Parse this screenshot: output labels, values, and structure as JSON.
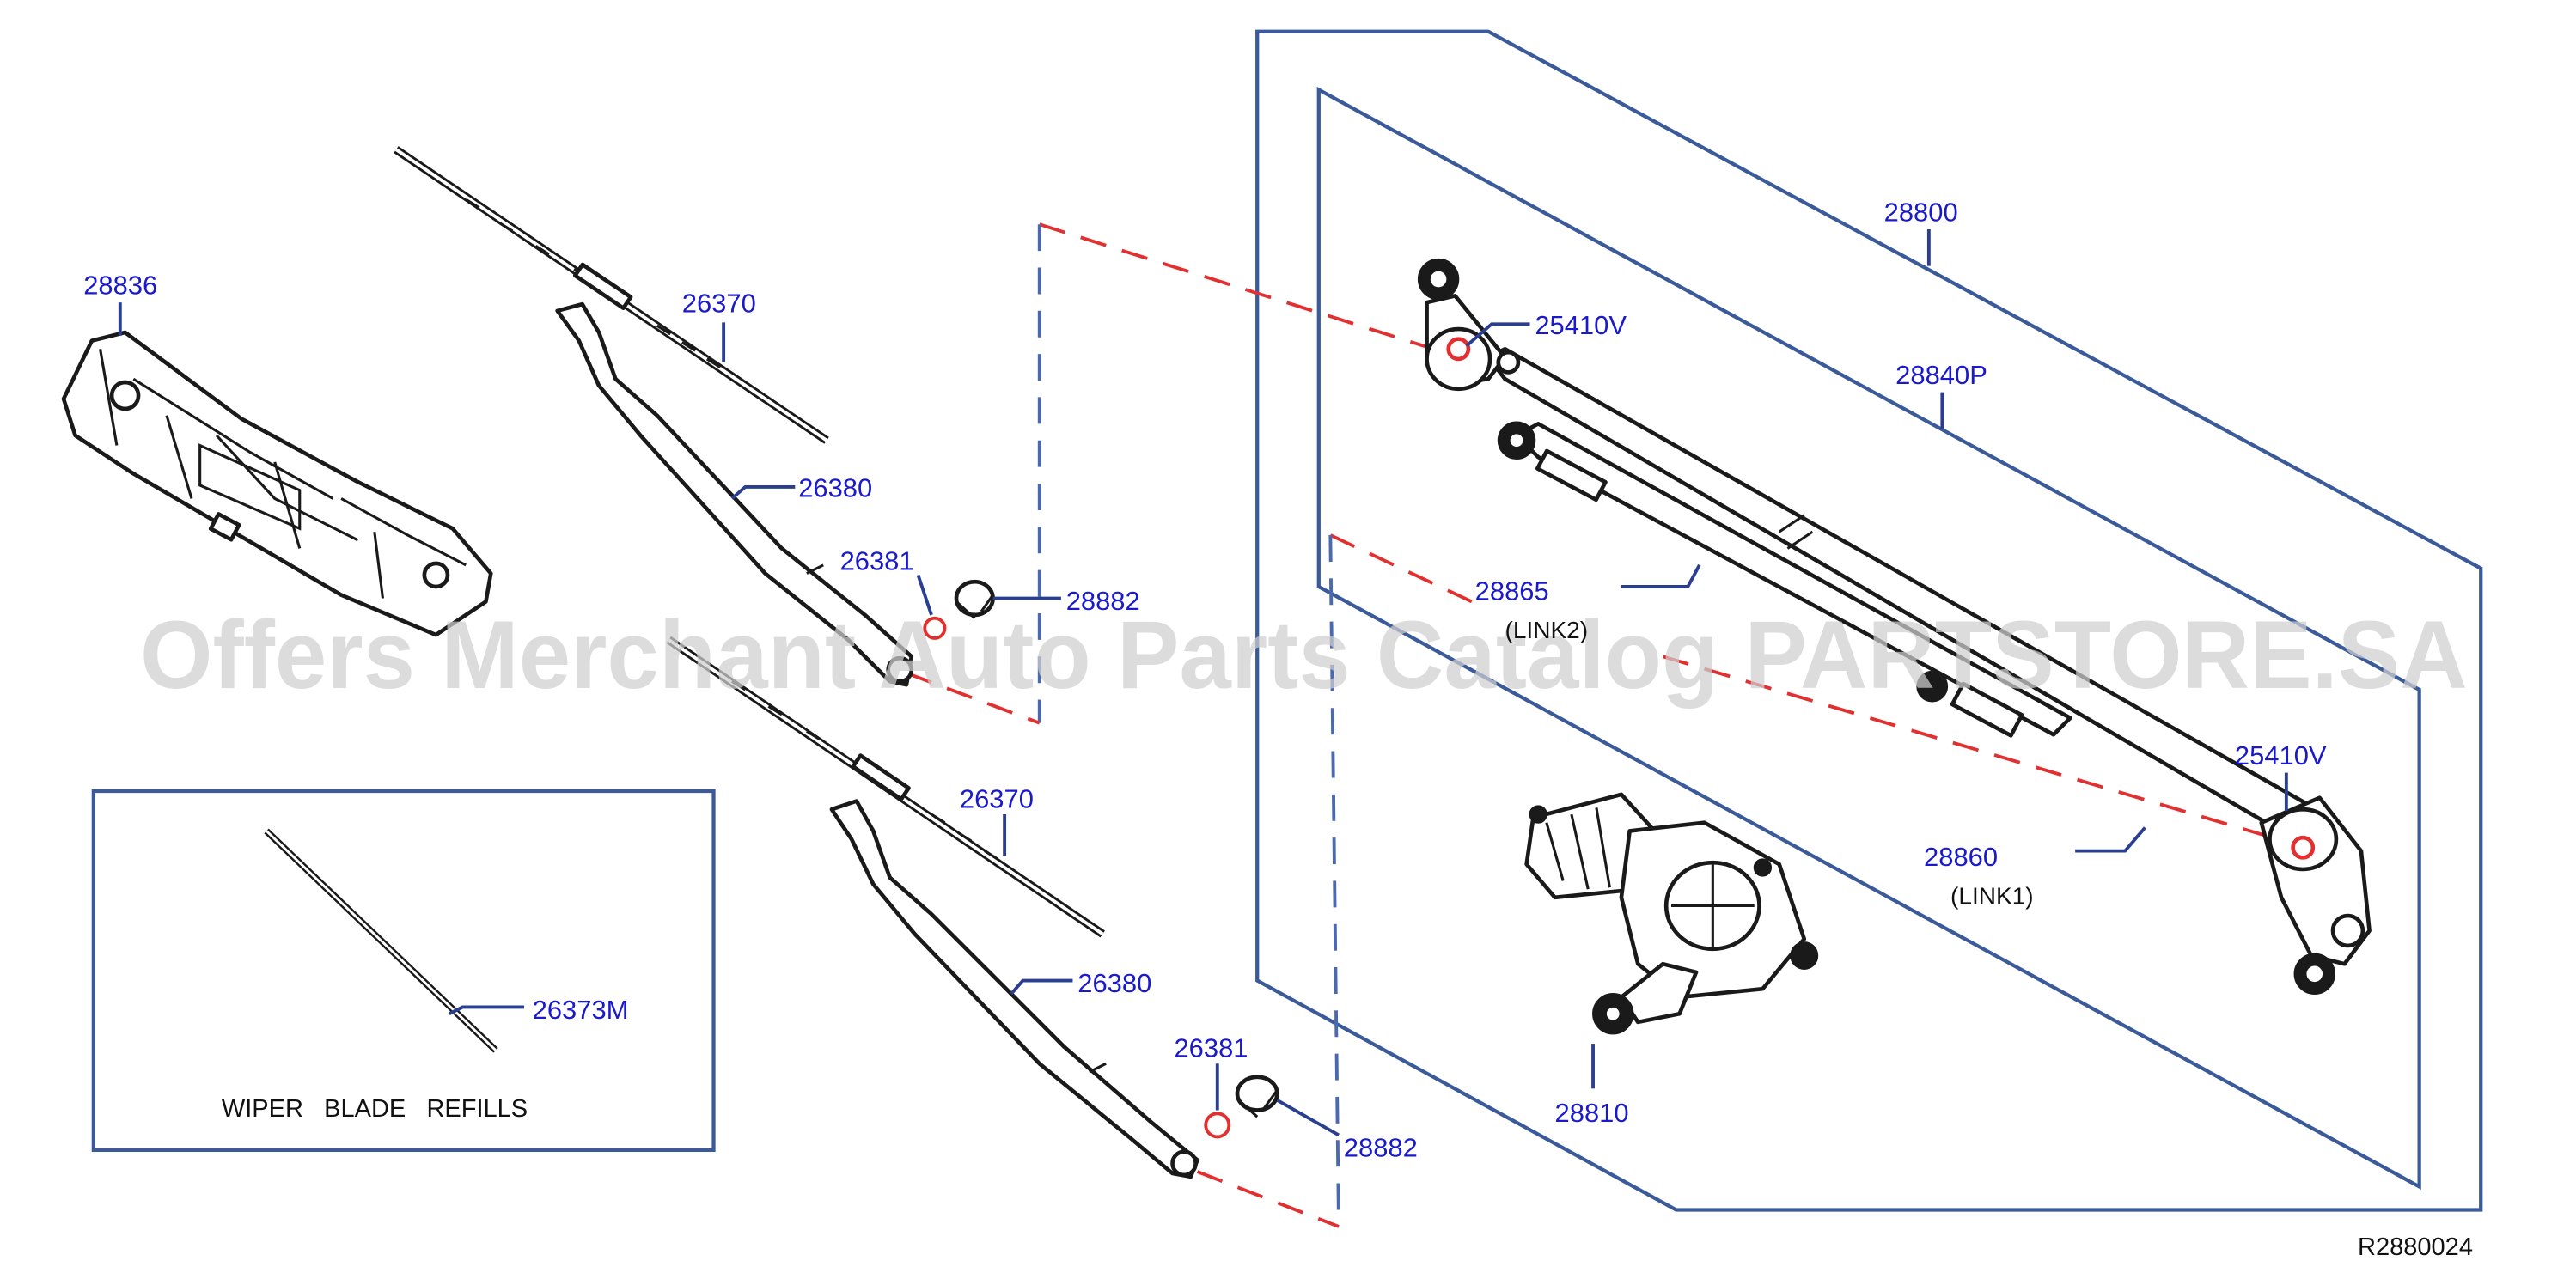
{
  "callouts": {
    "c28836": "28836",
    "c26370_top": "26370",
    "c26380_top": "26380",
    "c26381_top": "26381",
    "c28882_top": "28882",
    "c26370_bot": "26370",
    "c26380_bot": "26380",
    "c26381_bot": "26381",
    "c28882_bot": "28882",
    "c26373M": "26373M",
    "c28800": "28800",
    "c25410V_top": "25410V",
    "c28840P": "28840P",
    "c28865": "28865",
    "c25410V_bot": "25410V",
    "c28860": "28860",
    "c28810": "28810"
  },
  "notes": {
    "link2": "(LINK2)",
    "link1": "(LINK1)",
    "refills": "WIPER   BLADE   REFILLS",
    "figure_code": "R2880024"
  },
  "watermark": "Offers Merchant Auto Parts Catalog PARTSTORE.SA",
  "colors": {
    "callout": "#1a1acc",
    "leader": "#2a3f8f",
    "dash_red": "#e23030",
    "dash_blue": "#4a6ab0"
  }
}
